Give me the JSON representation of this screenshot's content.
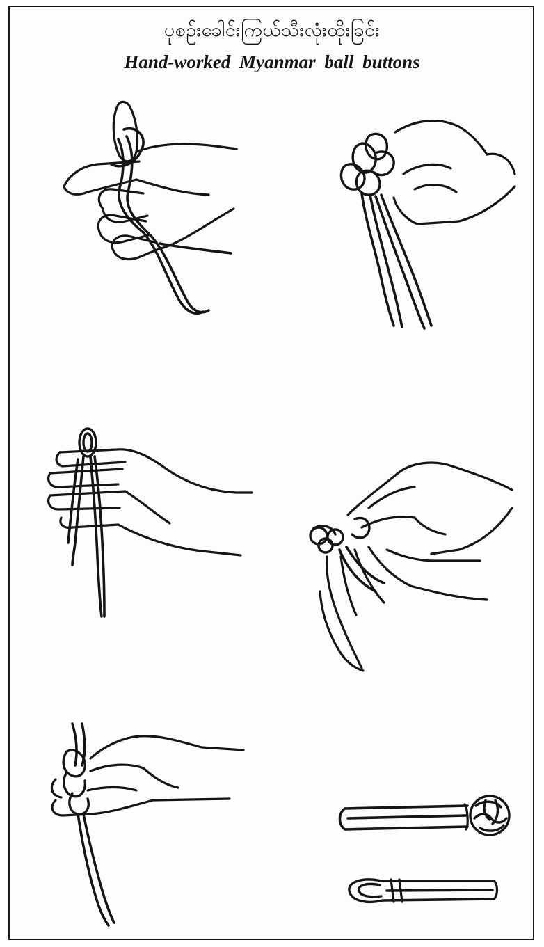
{
  "title": {
    "burmese": "ပုစဉ်းခေါင်းကြယ်သီးလုံးထိုးခြင်း",
    "english": "Hand-worked Myanmar  ball buttons"
  },
  "illustrations": [
    {
      "id": "step-1",
      "subject": "cord looped around index finger"
    },
    {
      "id": "step-2",
      "subject": "pinching the looped cord bundle"
    },
    {
      "id": "step-3",
      "subject": "single loop held between fingertips"
    },
    {
      "id": "step-4",
      "subject": "both hands working the knot"
    },
    {
      "id": "step-5",
      "subject": "pulling the knot tight"
    },
    {
      "id": "finished-button",
      "subject": "completed ball button"
    },
    {
      "id": "finished-loop",
      "subject": "completed button loop"
    }
  ]
}
